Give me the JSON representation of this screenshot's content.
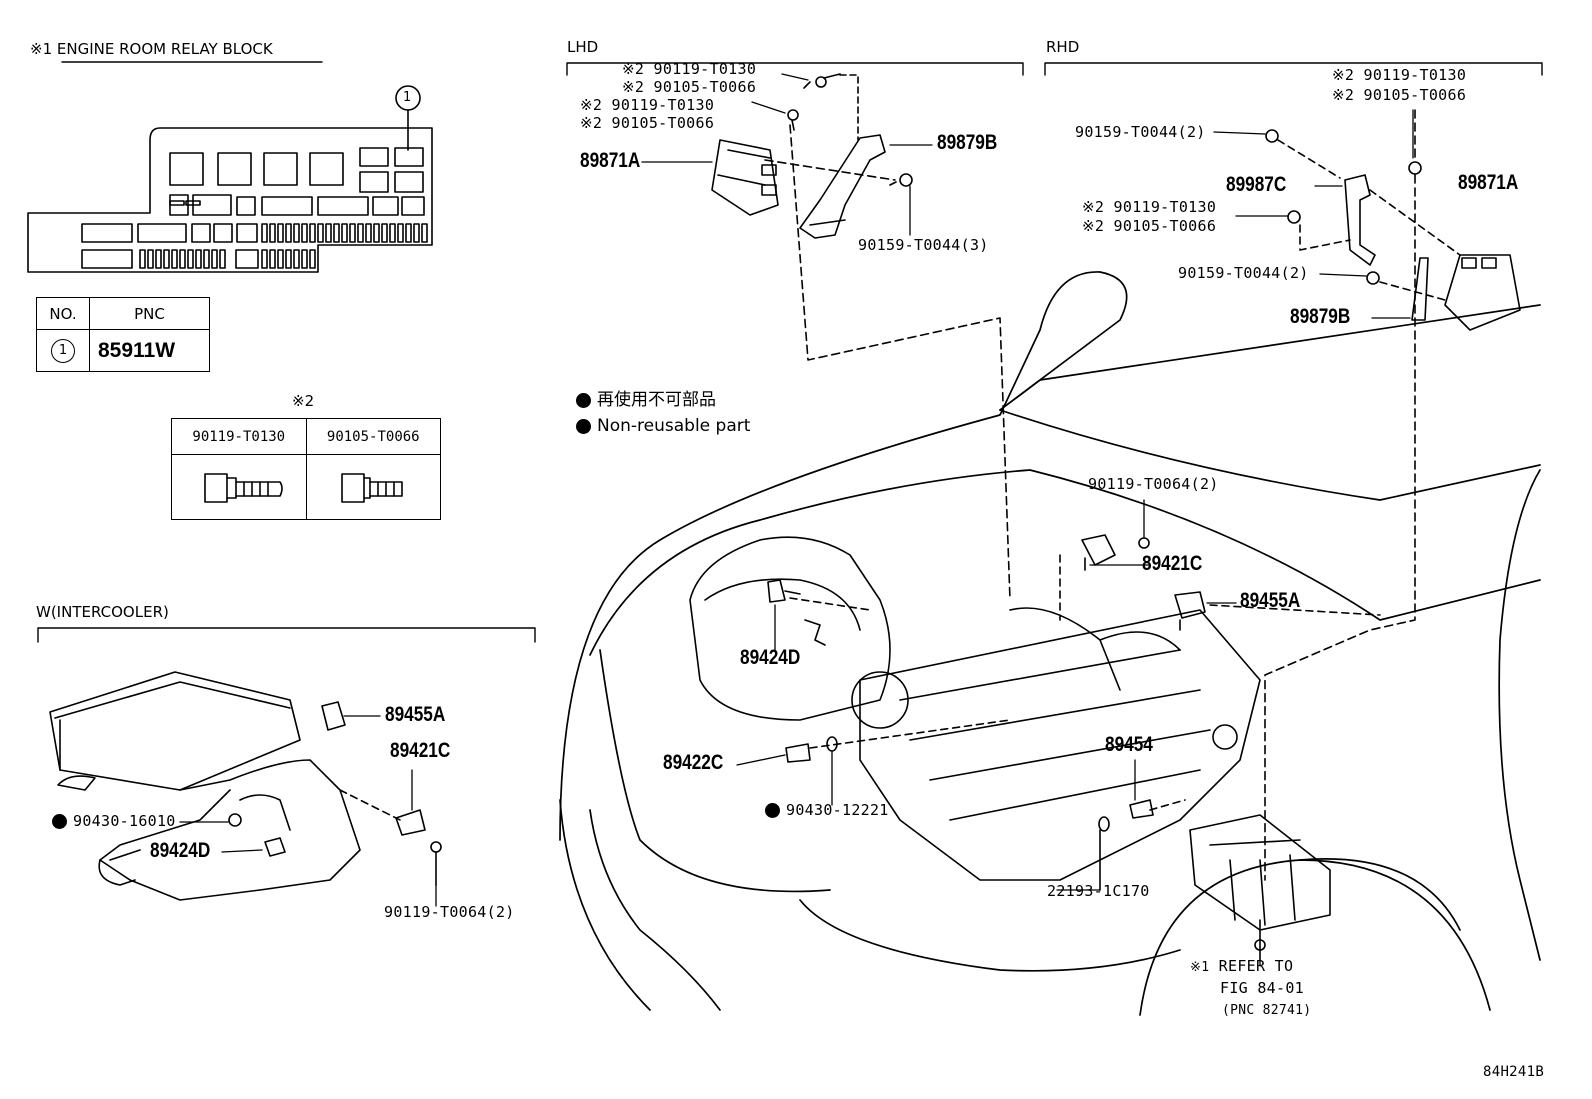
{
  "relay_block": {
    "title_mark": "※1",
    "title": "ENGINE ROOM RELAY BLOCK",
    "callout": "1",
    "table": {
      "col_no": "NO.",
      "col_pnc": "PNC",
      "row_no": "1",
      "row_pnc": "85911W"
    }
  },
  "bolt_table": {
    "mark": "※2",
    "col1": "90119-T0130",
    "col2": "90105-T0066"
  },
  "legend": {
    "line_jp": "再使用不可部品",
    "line_en": "Non-reusable part"
  },
  "sections": {
    "lhd": "LHD",
    "rhd": "RHD",
    "intercooler": "W(INTERCOOLER)"
  },
  "lhd_labels": {
    "a1": "※2 90119-T0130",
    "a2": "※2 90105-T0066",
    "b1": "※2 90119-T0130",
    "b2": "※2 90105-T0066",
    "ecu": "89871A",
    "bracket": "89879B",
    "bolt": "90159-T0044(3)"
  },
  "rhd_labels": {
    "a1": "※2 90119-T0130",
    "a2": "※2 90105-T0066",
    "bolt_top": "90159-T0044(2)",
    "bracket_c": "89987C",
    "ecu": "89871A",
    "b1": "※2 90119-T0130",
    "b2": "※2 90105-T0066",
    "bolt_mid": "90159-T0044(2)",
    "bracket_b": "89879B"
  },
  "engine_labels": {
    "bolt": "90119-T0064(2)",
    "sensor_c": "89421C",
    "sensor_a": "89455A",
    "sensor_d": "89424D",
    "sensor_22c": "89422C",
    "gasket": "90430-12221",
    "sensor_454": "89454",
    "pipe": "22193-1C170",
    "refer_mark": "※1",
    "refer_1": "REFER TO",
    "refer_2": "FIG 84-01",
    "refer_3": "(PNC 82741)"
  },
  "intercooler_labels": {
    "sensor_a": "89455A",
    "sensor_c": "89421C",
    "gasket": "90430-16010",
    "sensor_d": "89424D",
    "bolt": "90119-T0064(2)"
  },
  "figure_id": "84H241B"
}
